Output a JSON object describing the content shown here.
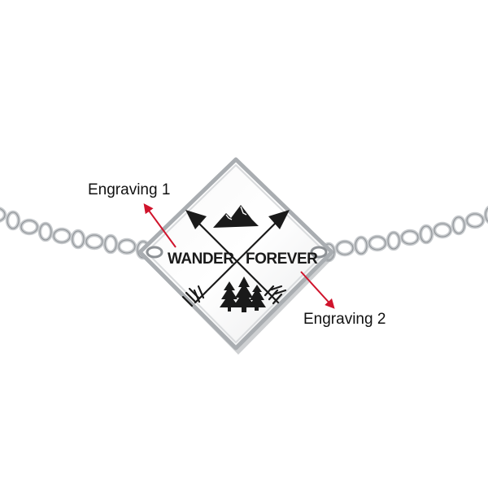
{
  "callouts": {
    "engraving_1": "Engraving 1",
    "engraving_2": "Engraving 2"
  },
  "pendant": {
    "word_left": "WANDER",
    "word_right": "FOREVER"
  },
  "colors": {
    "arrow_accent": "#d0142c",
    "metal": "#c7cacd",
    "engraving": "#1a1a1a"
  },
  "icons": [
    "mountain-icon",
    "pine-trees-icon",
    "crossed-arrows-icon"
  ]
}
